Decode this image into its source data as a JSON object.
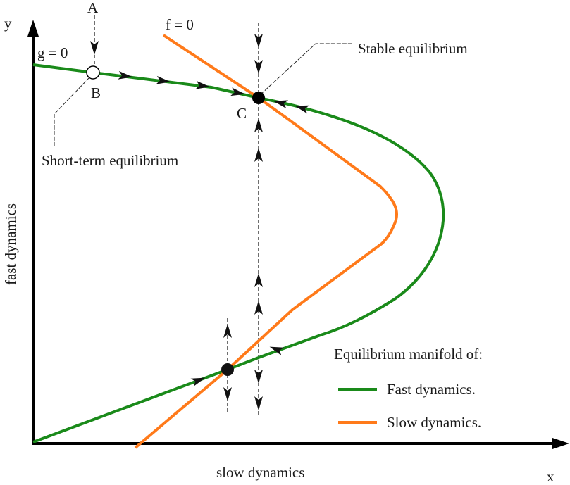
{
  "axes": {
    "x_label": "x",
    "y_label": "y",
    "x_title": "slow dynamics",
    "y_title": "fast dynamics"
  },
  "curves": {
    "g_label": "g = 0",
    "f_label": "f = 0"
  },
  "points": {
    "A": "A",
    "B": "B",
    "C": "C"
  },
  "annotations": {
    "stable": "Stable equilibrium",
    "short_term": "Short-term equilibrium"
  },
  "legend": {
    "title": "Equilibrium manifold of:",
    "items": [
      {
        "label": "Fast dynamics.",
        "color": "#1a8a1a"
      },
      {
        "label": "Slow dynamics.",
        "color": "#ff7a1a"
      }
    ]
  },
  "colors": {
    "fast": "#1a8a1a",
    "slow": "#ff7a1a",
    "axis": "#000000"
  }
}
